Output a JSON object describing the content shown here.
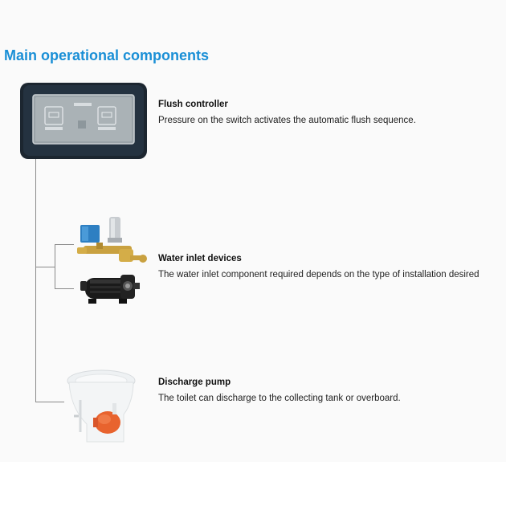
{
  "page": {
    "title": "Main operational components",
    "accent_color": "#1a8fd6"
  },
  "components": [
    {
      "heading": "Flush controller",
      "description": "Pressure on the switch activates the automatic flush sequence.",
      "icon": "flush-controller-panel"
    },
    {
      "heading": "Water inlet devices",
      "description": "The water inlet component required depends on the type of installation desired",
      "icon": "solenoid-valve-and-inlet-pump"
    },
    {
      "heading": "Discharge pump",
      "description": "The toilet can discharge to the collecting tank or overboard.",
      "icon": "toilet-with-discharge-pump"
    }
  ]
}
